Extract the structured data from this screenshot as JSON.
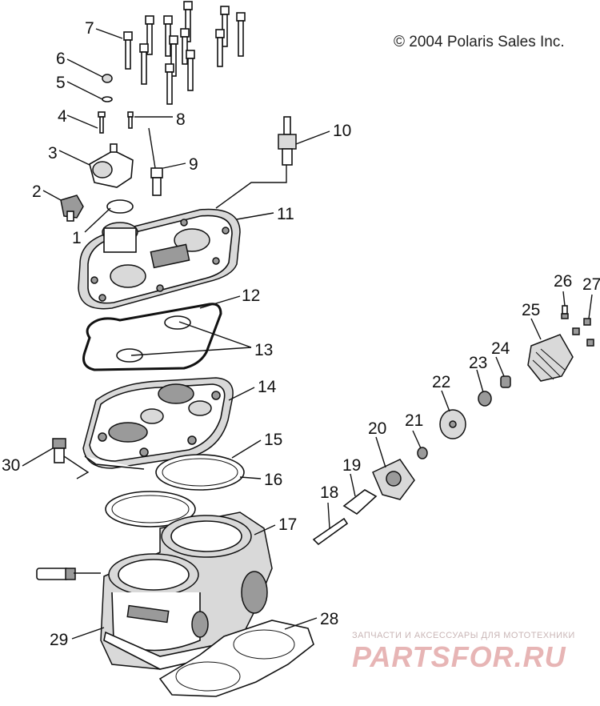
{
  "copyright": "© 2004 Polaris Sales Inc.",
  "callouts": [
    "1",
    "2",
    "3",
    "4",
    "5",
    "6",
    "7",
    "8",
    "9",
    "10",
    "11",
    "12",
    "13",
    "14",
    "15",
    "16",
    "17",
    "18",
    "19",
    "20",
    "21",
    "22",
    "23",
    "24",
    "25",
    "26",
    "27",
    "28",
    "29",
    "30"
  ],
  "watermark": {
    "tagline": "ЗАПЧАСТИ И АКСЕССУАРЫ ДЛЯ МОТОТЕХНИКИ",
    "site": "PARTSFOR.RU"
  },
  "colors": {
    "line": "#111111",
    "watermark": "#e7b5b5"
  }
}
